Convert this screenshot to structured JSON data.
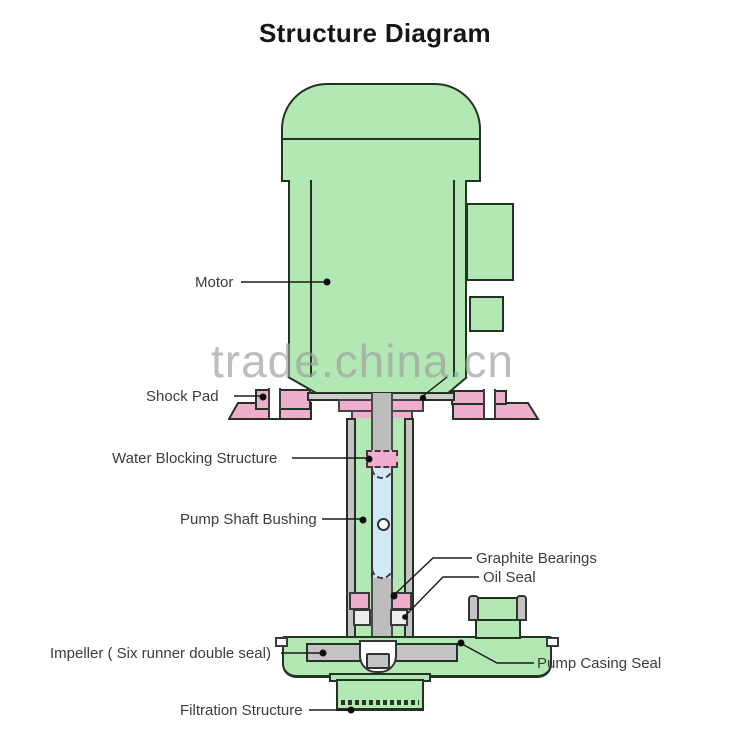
{
  "title": "Structure Diagram",
  "watermark": "trade.china.cn",
  "labels": {
    "motor": "Motor",
    "shock_pad": "Shock Pad",
    "water_blocking": "Water Blocking Structure",
    "pump_shaft_bushing": "Pump Shaft Bushing",
    "graphite_bearings": "Graphite Bearings",
    "oil_seal": "Oil Seal",
    "impeller": "Impeller ( Six runner double seal)",
    "pump_casing_seal": "Pump Casing Seal",
    "filtration_structure": "Filtration Structure"
  },
  "colors": {
    "body_green": "#b2e8b4",
    "pink": "#efaecd",
    "outline": "#223322",
    "shaft_gray": "#bdbdbd",
    "plate_gray": "#cdcdcd",
    "impeller_gray": "#c4c4c4",
    "bushing_blue": "#cfeaf4",
    "label_text": "#3c3c3c",
    "watermark_gray": "#9f9f9f"
  }
}
